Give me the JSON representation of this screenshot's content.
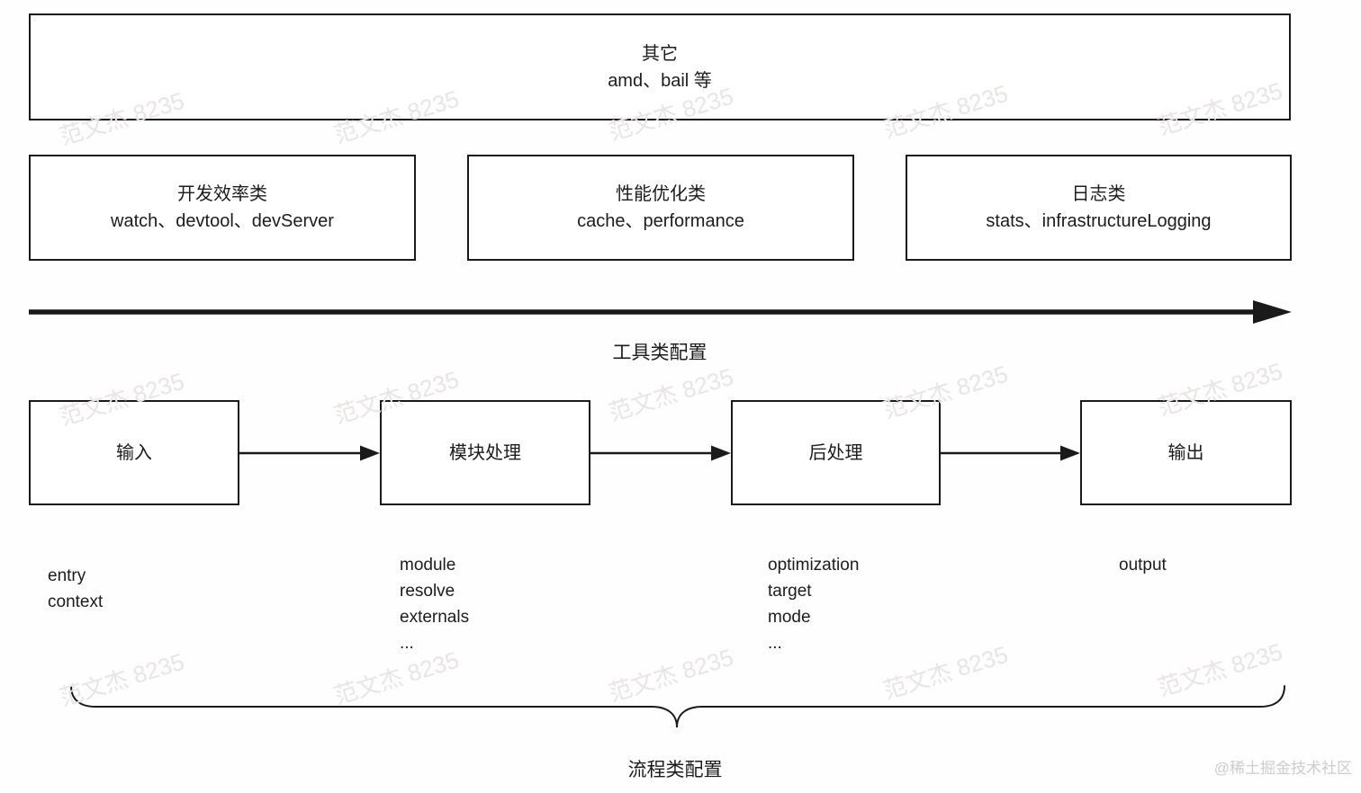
{
  "other_box": {
    "title": "其它",
    "subtitle": "amd、bail 等"
  },
  "tool_boxes": [
    {
      "title": "开发效率类",
      "subtitle": "watch、devtool、devServer"
    },
    {
      "title": "性能优化类",
      "subtitle": "cache、performance"
    },
    {
      "title": "日志类",
      "subtitle": "stats、infrastructureLogging"
    }
  ],
  "tool_arrow_label": "工具类配置",
  "flow": {
    "stages": [
      {
        "label": "输入",
        "options": [
          "entry",
          "context"
        ]
      },
      {
        "label": "模块处理",
        "options": [
          "module",
          "resolve",
          "externals",
          "..."
        ]
      },
      {
        "label": "后处理",
        "options": [
          "optimization",
          "target",
          "mode",
          "..."
        ]
      },
      {
        "label": "输出",
        "options": [
          "output"
        ]
      }
    ],
    "brace_label": "流程类配置"
  },
  "watermark": {
    "text": "范文杰 8235",
    "color": "#e9e5e4"
  },
  "site_watermark": {
    "text": "@稀土掘金技术社区",
    "color": "#cccccc"
  },
  "colors": {
    "border": "#1a1a1a",
    "text": "#1c1c1c",
    "background": "#fefefe"
  }
}
